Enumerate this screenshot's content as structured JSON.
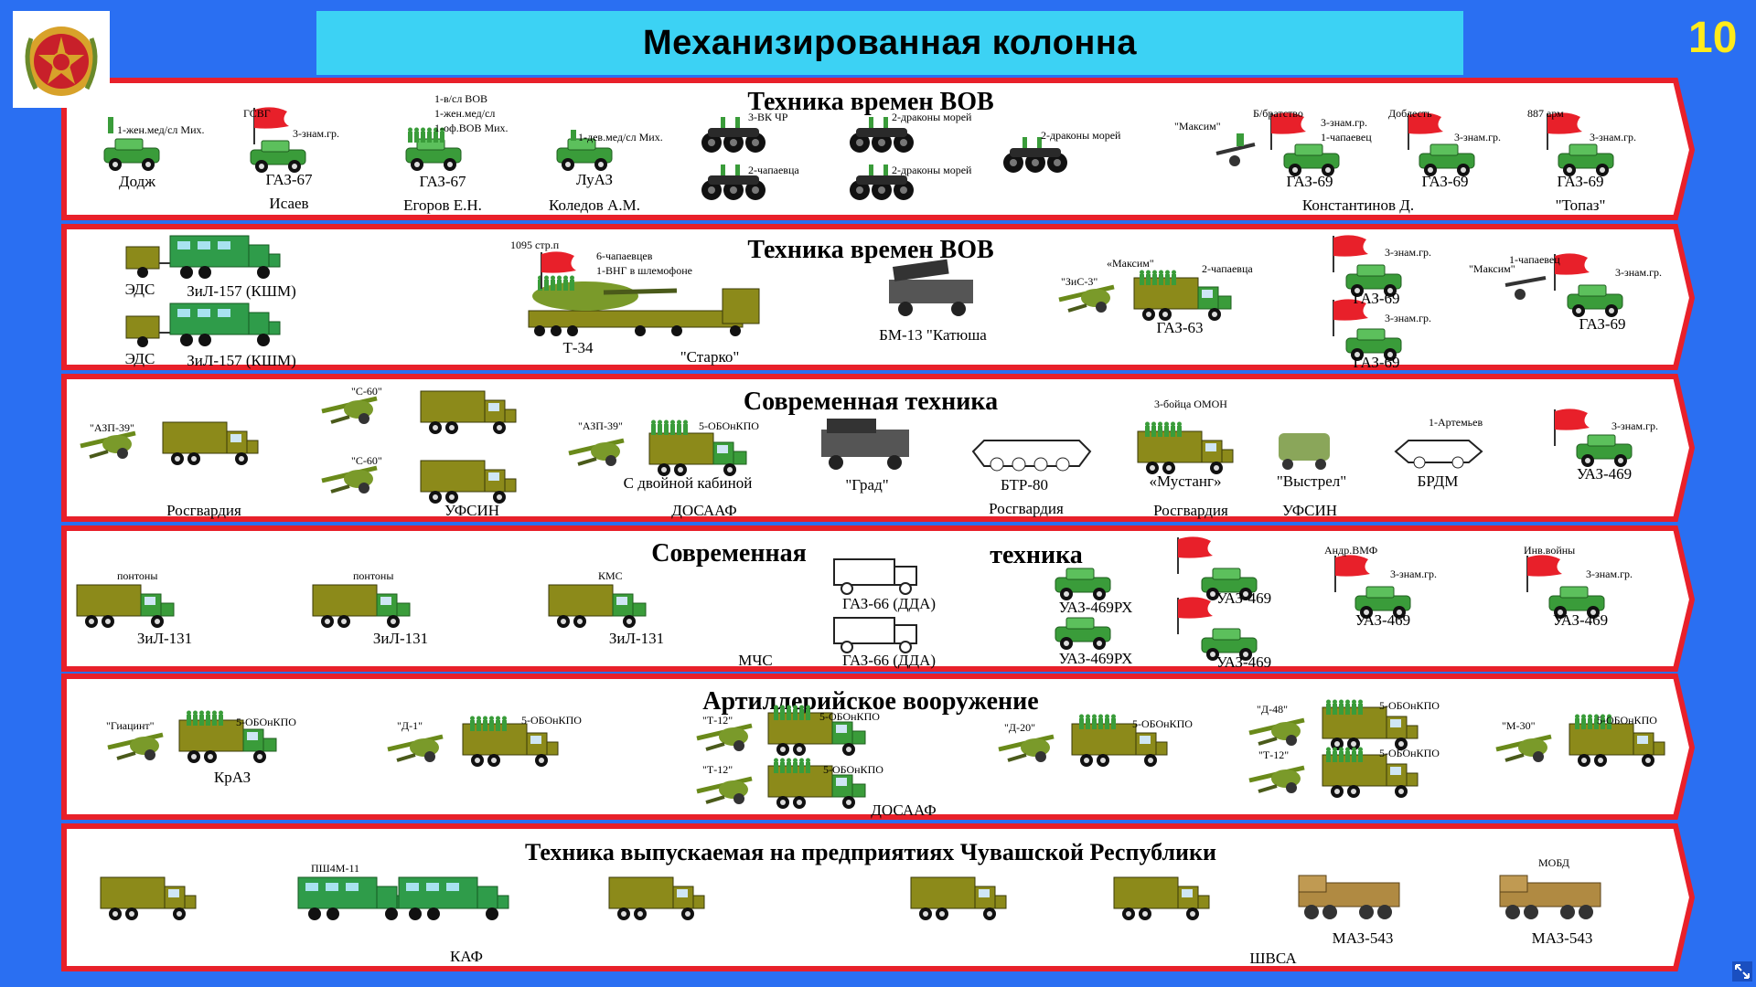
{
  "header": {
    "title": "Механизированная колонна",
    "page_number": "10"
  },
  "bands": [
    {
      "title": "Техника времен ВОВ"
    },
    {
      "title": "Техника времен ВОВ"
    },
    {
      "title": "Современная техника"
    },
    {
      "title_left": "Современная",
      "title_right": "техника"
    },
    {
      "title": "Артиллерийское вооружение"
    },
    {
      "title": "Техника выпускаемая на предприятиях Чувашской Республики"
    }
  ],
  "row1": {
    "dodge": "Додж",
    "dodge_crew": "1-жен.мед/сл Мих.",
    "gaz67a": "ГАЗ-67",
    "gaz67a_note": "ГСВГ",
    "gaz67a_crew": "3-знам.гр.",
    "isaev": "Исаев",
    "gaz67b": "ГАЗ-67",
    "gaz67b_crew": [
      "1-в/сл ВОВ",
      "1-жен.мед/сл",
      "1-оф.ВОВ Мих."
    ],
    "egorov": "Егоров Е.Н.",
    "luaz": "ЛуАЗ",
    "luaz_crew": "1-дев.мед/сл Мих.",
    "koledov": "Коледов А.М.",
    "moto1": "3-ВК ЧР",
    "moto2": "2-чапаевца",
    "moto3": "2-драконы морей",
    "moto4": "2-драконы морей",
    "moto5": "2-драконы морей",
    "maxim": "\"Максим\"",
    "bratstvo": "Б/братство",
    "g69a": "ГАЗ-69",
    "g69a_crew": [
      "3-знам.гр.",
      "1-чапаевец"
    ],
    "doblest": "Доблесть",
    "g69b": "ГАЗ-69",
    "g69b_crew": "3-знам.гр.",
    "konstantinov": "Константинов Д.",
    "arm887": "887 арм",
    "g69c": "ГАЗ-69",
    "g69c_crew": "3-знам.гр.",
    "topaz": "\"Топаз\""
  },
  "row2": {
    "eds1": "ЭДС",
    "zil157a": "ЗиЛ-157 (КШМ)",
    "eds2": "ЭДС",
    "zil157b": "ЗиЛ-157 (КШМ)",
    "t34": "Т-34",
    "starko": "\"Старко\"",
    "t34_note": "1095 стр.п",
    "t34_crew": [
      "6-чапаевцев",
      "1-ВНГ в шлемофоне"
    ],
    "bm13": "БМ-13 \"Катюша",
    "zis3": "\"ЗиС-3\"",
    "maxim2": "«Максим\"",
    "gaz63": "ГАЗ-63",
    "gaz63_crew": "2-чапаевца",
    "g69d": "ГАЗ-69",
    "g69d_crew": "3-знам.гр.",
    "g69e": "ГАЗ-69",
    "g69e_crew": "3-знам.гр.",
    "maxim3": "\"Максим\"",
    "g69f_crew1": "1-чапаевец",
    "g69f": "ГАЗ-69",
    "g69f_crew2": "3-знам.гр."
  },
  "row3": {
    "azp1": "\"АЗП-39\"",
    "rosgv1": "Росгвардия",
    "s60a": "\"С-60\"",
    "s60b": "\"С-60\"",
    "ufsin1": "УФСИН",
    "azp2": "\"АЗП-39\"",
    "dual_cab": "С двойной кабиной",
    "dual_crew": "5-ОБОнКПО",
    "dosaaf1": "ДОСААФ",
    "grad": "\"Град\"",
    "btr80": "БТР-80",
    "rosgv2": "Росгвардия",
    "omon": "3-бойца ОМОН",
    "mustang": "«Мустанг»",
    "rosgv3": "Росгвардия",
    "vystrel": "\"Выстрел\"",
    "ufsin2": "УФСИН",
    "brdm": "БРДМ",
    "brdm_crew": "1-Артемьев",
    "uaz469a": "УАЗ-469",
    "uaz469a_crew": "3-знам.гр."
  },
  "row4": {
    "pontony1": "понтоны",
    "zil131a": "ЗиЛ-131",
    "pontony2": "понтоны",
    "zil131b": "ЗиЛ-131",
    "kms": "КМС",
    "zil131c": "ЗиЛ-131",
    "mchs": "МЧС",
    "gaz66a": "ГАЗ-66 (ДДА)",
    "gaz66b": "ГАЗ-66 (ДДА)",
    "uaz469rha": "УАЗ-469РХ",
    "uaz469rhb": "УАЗ-469РХ",
    "uaz469b": "УАЗ-469",
    "uaz469c": "УАЗ-469",
    "andr_vmf": "Андр.ВМФ",
    "uaz469d": "УАЗ-469",
    "uaz469d_crew": "3-знам.гр.",
    "inv_voiny": "Инв.войны",
    "uaz469e": "УАЗ-469",
    "uaz469e_crew": "3-знам.гр."
  },
  "row5": {
    "giatsint": "\"Гиацинт\"",
    "kraz": "КрАЗ",
    "crew": "5-ОБОнКПО",
    "d1": "\"Д-1\"",
    "t12a": "\"Т-12\"",
    "t12b": "\"Т-12\"",
    "dosaaf2": "ДОСААФ",
    "d20": "\"Д-20\"",
    "d48": "\"Д-48\"",
    "t12c": "\"Т-12\"",
    "m30": "\"М-30\""
  },
  "row6": {
    "pshm": "ПШ4М-11",
    "kaf": "КАФ",
    "shvsa": "ШВСА",
    "maz543a": "МАЗ-543",
    "mobd": "МОБД",
    "maz543b": "МАЗ-543"
  },
  "colors": {
    "band_border": "#e8202a",
    "band_fill": "#ffffff",
    "background": "#2a6ff2",
    "title_bar": "#3cd2f4",
    "page_number": "#ffeb1a",
    "olive": "#8c8a1a",
    "green": "#3a9c3a",
    "flag": "#e8202a"
  }
}
